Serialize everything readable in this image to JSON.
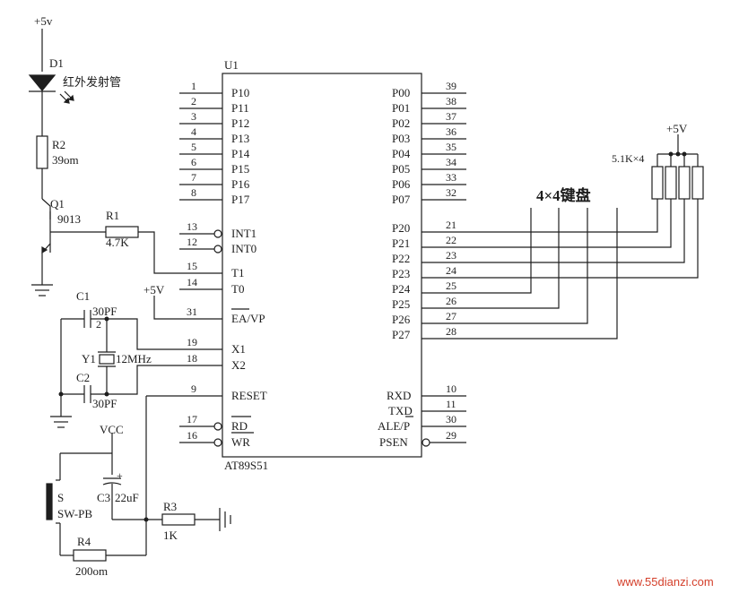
{
  "power": {
    "vcc5_top": "+5v",
    "vcc5_ea": "+5V",
    "vcc5_res": "+5V",
    "vcc_reset": "VCC"
  },
  "led": {
    "ref": "D1",
    "desc": "红外发射管"
  },
  "r2": {
    "ref": "R2",
    "value": "39om"
  },
  "q1": {
    "ref": "Q1",
    "part": "9013"
  },
  "r1": {
    "ref": "R1",
    "value": "4.7K"
  },
  "c1": {
    "ref": "C1",
    "value": "30PF",
    "mark": "2"
  },
  "y1": {
    "ref": "Y1",
    "value": "12MHz"
  },
  "c2": {
    "ref": "C2",
    "value": "30PF"
  },
  "s1": {
    "ref": "S",
    "type": "SW-PB"
  },
  "c3": {
    "ref": "C3",
    "value": "22uF",
    "polarity": "+"
  },
  "r3": {
    "ref": "R3",
    "value": "1K"
  },
  "r4": {
    "ref": "R4",
    "value": "200om"
  },
  "pullups": {
    "value": "5.1K×4"
  },
  "keypad": {
    "label": "4×4键盘"
  },
  "chip": {
    "ref": "U1",
    "part": "AT89S51",
    "left_pins": [
      {
        "num": "1",
        "name": "P10"
      },
      {
        "num": "2",
        "name": "P11"
      },
      {
        "num": "3",
        "name": "P12"
      },
      {
        "num": "4",
        "name": "P13"
      },
      {
        "num": "5",
        "name": "P14"
      },
      {
        "num": "6",
        "name": "P15"
      },
      {
        "num": "7",
        "name": "P16"
      },
      {
        "num": "8",
        "name": "P17"
      },
      {
        "num": "13",
        "name": "INT1"
      },
      {
        "num": "12",
        "name": "INT0"
      },
      {
        "num": "15",
        "name": "T1"
      },
      {
        "num": "14",
        "name": "T0"
      },
      {
        "num": "31",
        "name": "EA/VP"
      },
      {
        "num": "19",
        "name": "X1"
      },
      {
        "num": "18",
        "name": "X2"
      },
      {
        "num": "9",
        "name": "RESET"
      },
      {
        "num": "17",
        "name": "RD"
      },
      {
        "num": "16",
        "name": "WR"
      }
    ],
    "right_pins": [
      {
        "num": "39",
        "name": "P00"
      },
      {
        "num": "38",
        "name": "P01"
      },
      {
        "num": "37",
        "name": "P02"
      },
      {
        "num": "36",
        "name": "P03"
      },
      {
        "num": "35",
        "name": "P04"
      },
      {
        "num": "34",
        "name": "P05"
      },
      {
        "num": "33",
        "name": "P06"
      },
      {
        "num": "32",
        "name": "P07"
      },
      {
        "num": "21",
        "name": "P20"
      },
      {
        "num": "22",
        "name": "P21"
      },
      {
        "num": "23",
        "name": "P22"
      },
      {
        "num": "24",
        "name": "P23"
      },
      {
        "num": "25",
        "name": "P24"
      },
      {
        "num": "26",
        "name": "P25"
      },
      {
        "num": "27",
        "name": "P26"
      },
      {
        "num": "28",
        "name": "P27"
      },
      {
        "num": "10",
        "name": "RXD"
      },
      {
        "num": "11",
        "name": "TXD"
      },
      {
        "num": "30",
        "name": "ALE/P"
      },
      {
        "num": "29",
        "name": "PSEN"
      }
    ]
  },
  "watermark": "www.55dianzi.com"
}
